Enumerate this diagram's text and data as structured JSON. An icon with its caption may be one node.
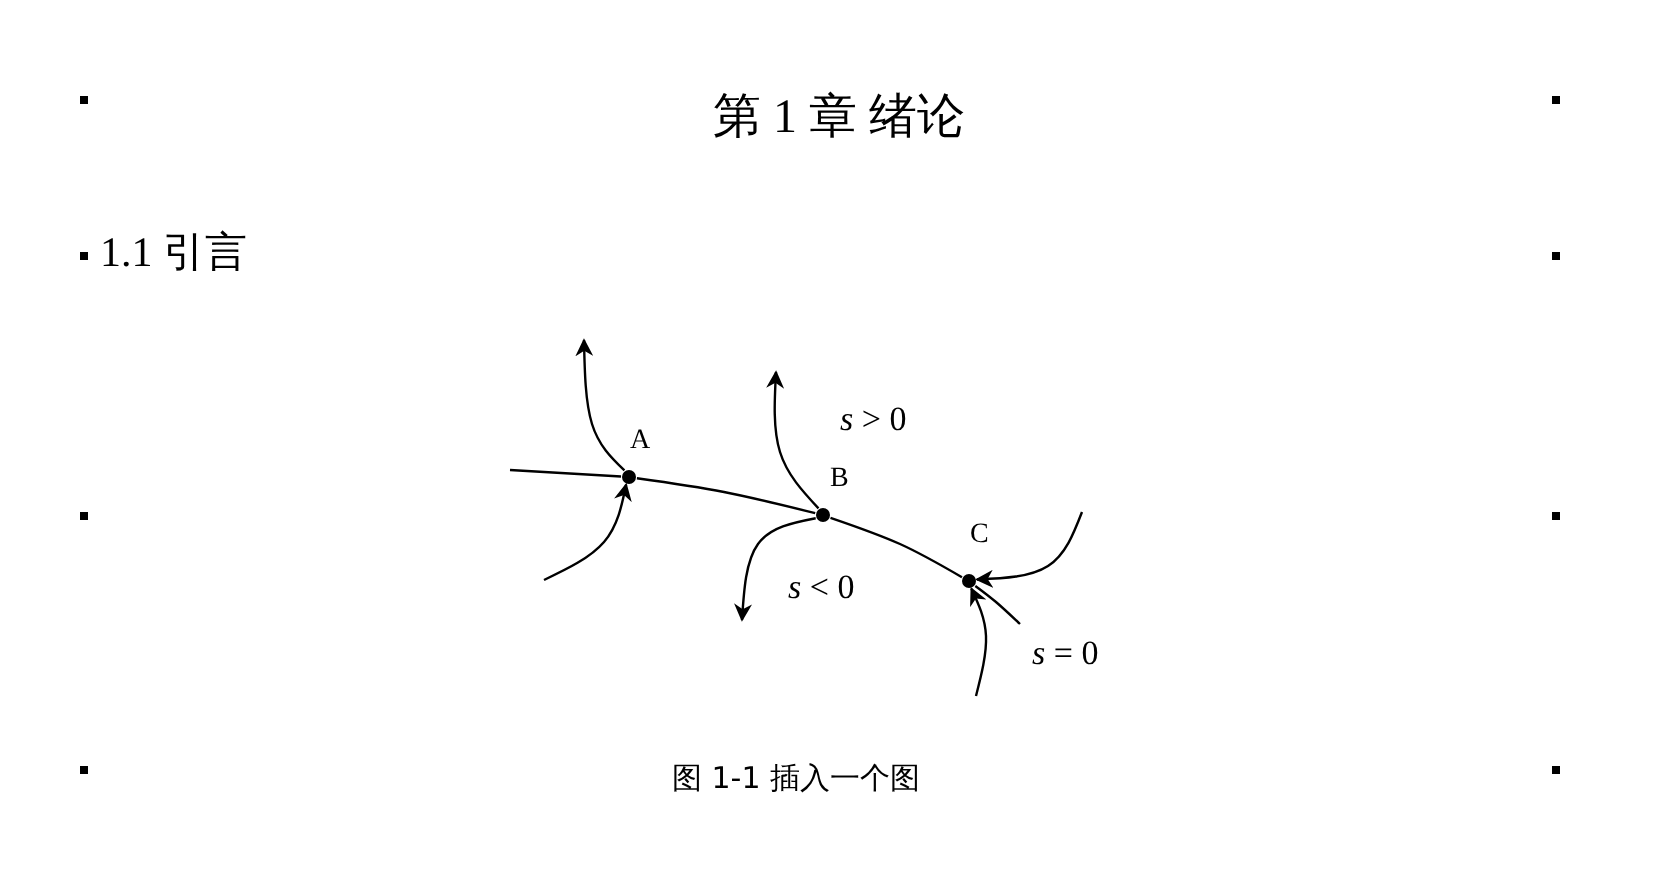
{
  "diagram": {
    "title": "第 1 章 绪论",
    "caption": "图 1-1 插入一个图",
    "nodes": [
      {
        "text": [
          "A"
        ]
      },
      {
        "text": [
          "B"
        ]
      },
      {
        "text": [
          "C"
        ]
      }
    ],
    "edges": [
      {
        "from": null,
        "to": 0,
        "arrow": "none"
      },
      {
        "from": 0,
        "to": 1,
        "arrow": "none"
      },
      {
        "from": 1,
        "to": 2,
        "arrow": "none"
      },
      {
        "from": 2,
        "to": null,
        "arrow": "none"
      },
      {
        "from": null,
        "to": 0,
        "arrow": "to"
      },
      {
        "from": 0,
        "to": null,
        "arrow": "to"
      },
      {
        "from": 1,
        "to": null,
        "arrow": "to"
      },
      {
        "from": 1,
        "to": null,
        "arrow": "to"
      },
      {
        "from": null,
        "to": 2,
        "arrow": "to"
      },
      {
        "from": null,
        "to": 2,
        "arrow": "to"
      }
    ],
    "labels": [
      "1.1 引言",
      "*s* > 0",
      "*s* < 0",
      "*s* = 0"
    ]
  }
}
